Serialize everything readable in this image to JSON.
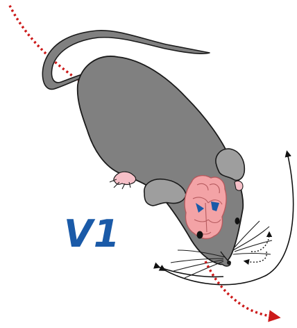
{
  "label": "V1",
  "colors": {
    "fur": "#808080",
    "outline": "#1a1a1a",
    "ear": "#9e9e9e",
    "paw": "#f6c0c8",
    "brain": "#f3a3a6",
    "brain_outline": "#b55a5e",
    "v1_region": "#1a5aa8",
    "trajectory": "#cc1a1a",
    "arrows": "#111111",
    "label": "#1a5aa8"
  },
  "icons": [
    "mouse-body",
    "brain-overlay",
    "trajectory-arrow",
    "rotation-arrows",
    "whisker-arrows"
  ]
}
